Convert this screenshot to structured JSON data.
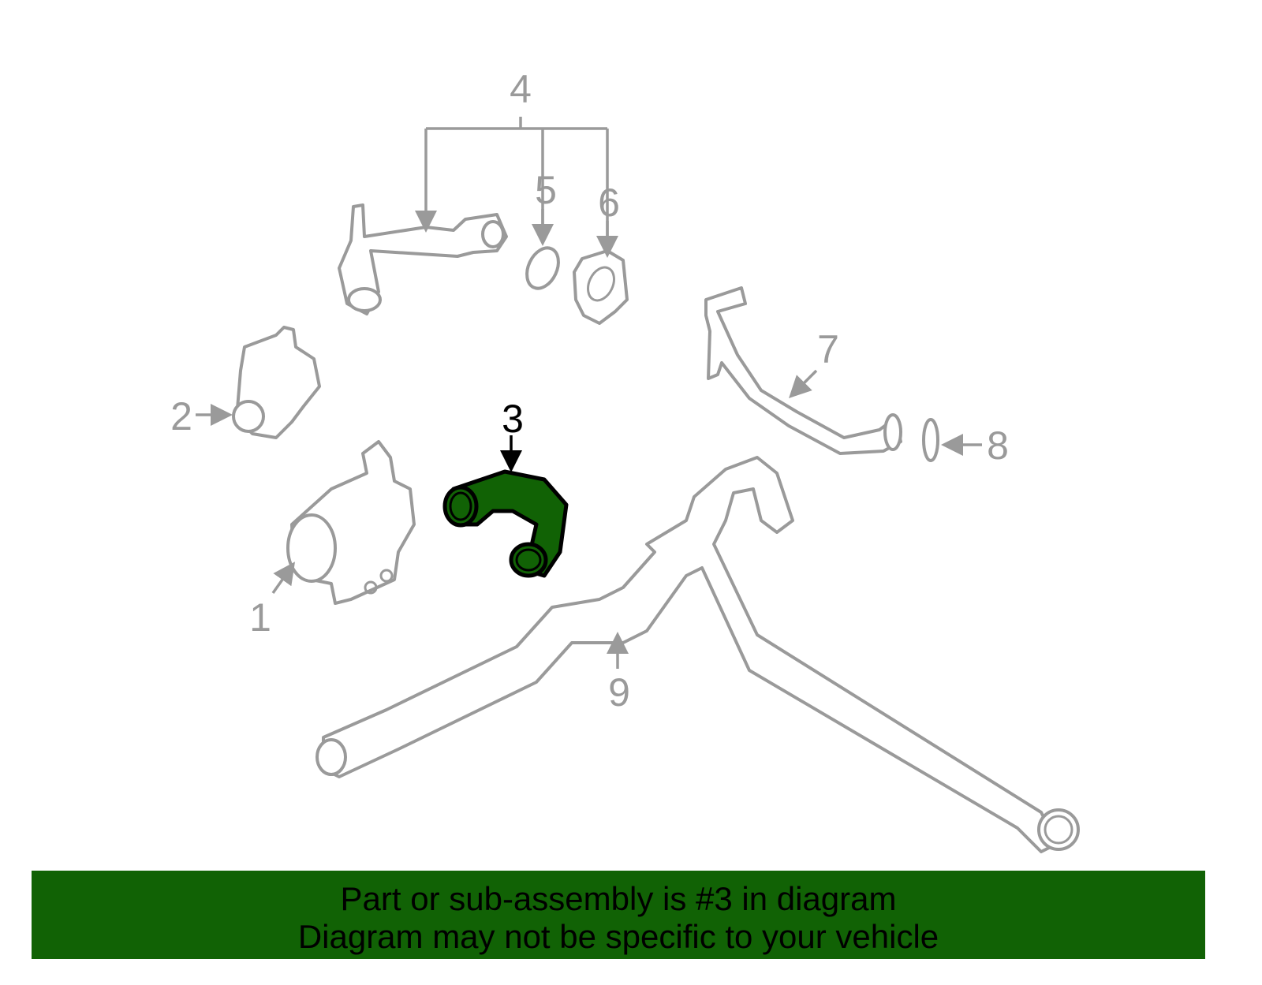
{
  "diagram": {
    "selected_part": "3",
    "highlight_color": "#116205",
    "part_color": "#9a9a9a",
    "callouts": [
      "1",
      "2",
      "3",
      "4",
      "5",
      "6",
      "7",
      "8",
      "9"
    ]
  },
  "banner": {
    "line1": "Part or sub-assembly is #3 in diagram",
    "line2": "Diagram may not be specific to your vehicle"
  }
}
